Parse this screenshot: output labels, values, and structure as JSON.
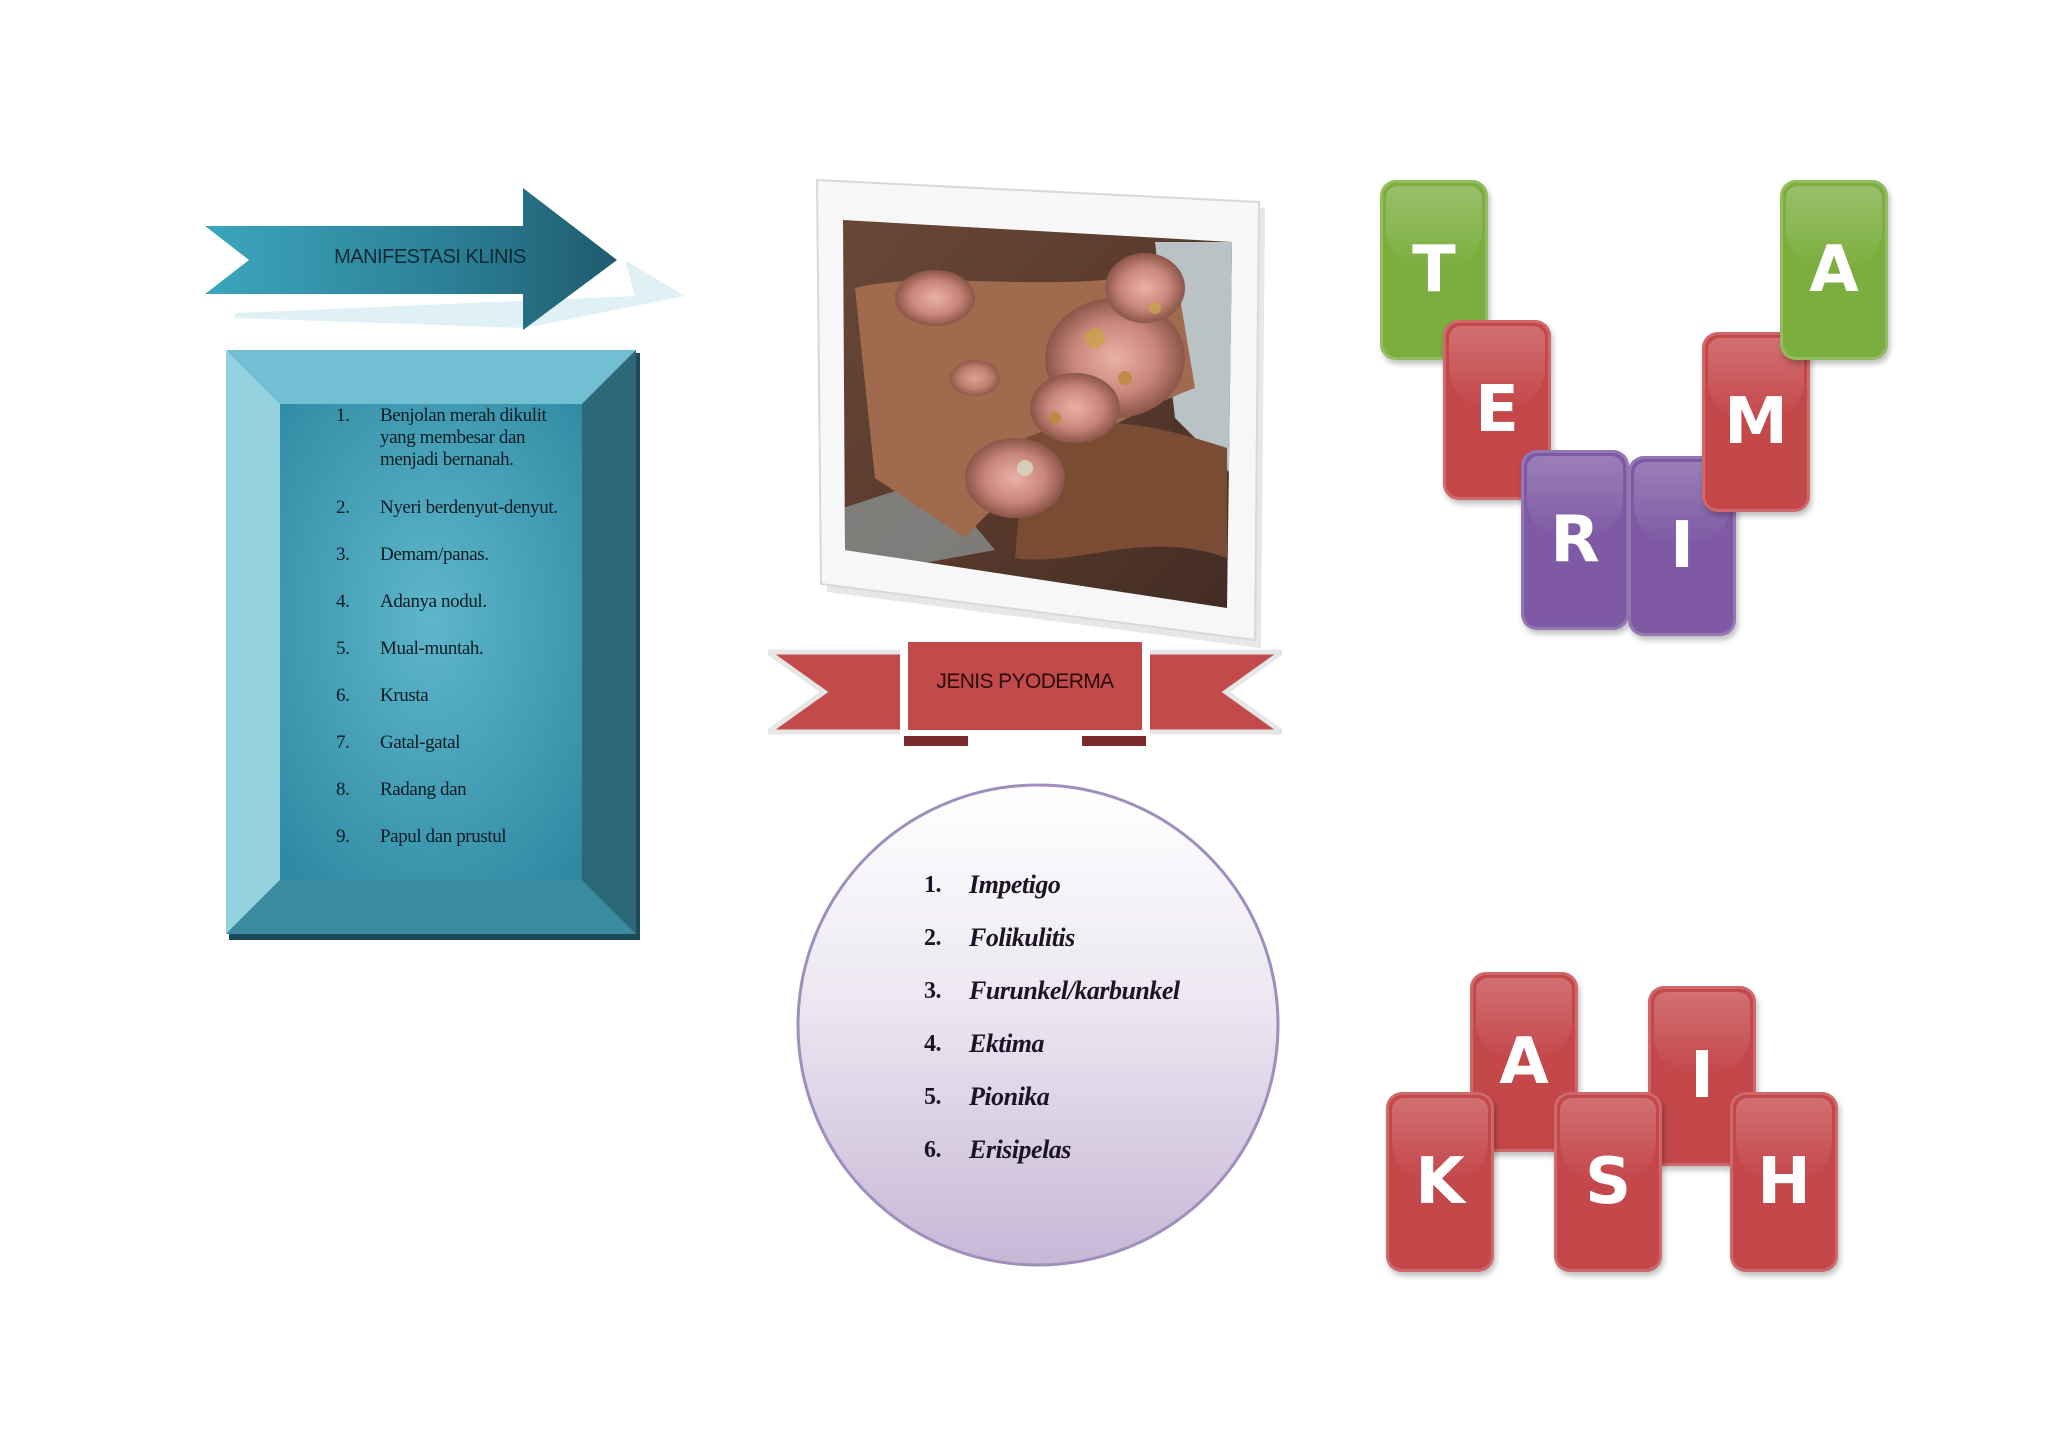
{
  "manifestasi": {
    "title": "MANIFESTASI KLINIS",
    "items": [
      {
        "num": "1.",
        "text": "Benjolan merah dikulit yang membesar dan menjadi bernanah."
      },
      {
        "num": "2.",
        "text": "Nyeri berdenyut-denyut."
      },
      {
        "num": "3.",
        "text": "Demam/panas."
      },
      {
        "num": "4.",
        "text": "Adanya nodul."
      },
      {
        "num": "5.",
        "text": "Mual-muntah."
      },
      {
        "num": "6.",
        "text": "Krusta"
      },
      {
        "num": "7.",
        "text": "Gatal-gatal"
      },
      {
        "num": "8.",
        "text": "Radang dan"
      },
      {
        "num": "9.",
        "text": "Papul dan prustul"
      }
    ]
  },
  "jenis": {
    "title": "JENIS PYODERMA",
    "items": [
      {
        "num": "1.",
        "text": "Impetigo"
      },
      {
        "num": "2.",
        "text": "Folikulitis"
      },
      {
        "num": "3.",
        "text": "Furunkel/karbunkel"
      },
      {
        "num": "4.",
        "text": "Ektima"
      },
      {
        "num": "5.",
        "text": "Pionika"
      },
      {
        "num": "6.",
        "text": "Erisipelas"
      }
    ]
  },
  "tiles_terima": [
    "T",
    "E",
    "R",
    "I",
    "M",
    "A"
  ],
  "tiles_kasih": [
    "K",
    "A",
    "S",
    "I",
    "H"
  ],
  "colors": {
    "arrow_teal": "#2f8fa4",
    "box_teal": "#3d96ae",
    "ribbon_red": "#c24a4a",
    "tile_green": "#7cae3f",
    "tile_red": "#c4474a",
    "tile_purple": "#7e5aa4"
  }
}
